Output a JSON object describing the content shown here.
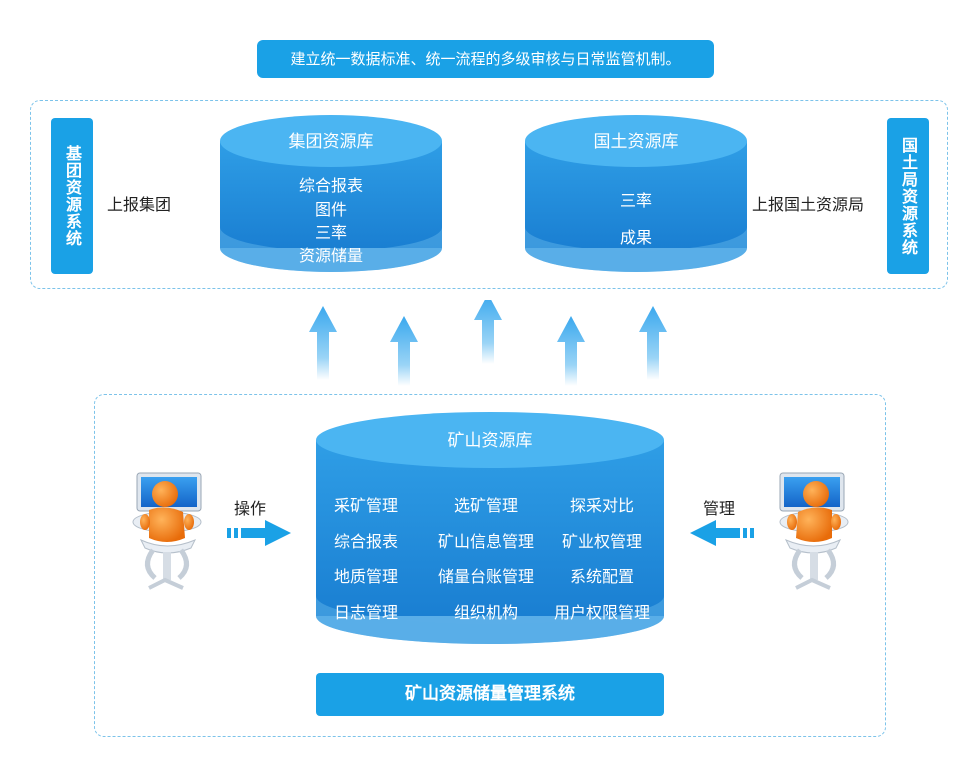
{
  "banner": "建立统一数据标准、统一流程的多级审核与日常监管机制。",
  "left_system": "基团资源系统",
  "right_system": "国土局资源系统",
  "left_report": "上报集团",
  "right_report": "上报国土资源局",
  "group_db": {
    "title": "集团资源库",
    "items": [
      "综合报表",
      "图件",
      "三率",
      "资源储量"
    ]
  },
  "land_db": {
    "title": "国土资源库",
    "items": [
      "三率",
      "成果"
    ]
  },
  "mine_db": {
    "title": "矿山资源库",
    "modules": [
      "采矿管理",
      "选矿管理",
      "探采对比",
      "综合报表",
      "矿山信息管理",
      "矿业权管理",
      "地质管理",
      "储量台账管理",
      "系统配置",
      "日志管理",
      "组织机构",
      "用户权限管理"
    ]
  },
  "operate_label": "操作",
  "manage_label": "管理",
  "system_name": "矿山资源储量管理系统",
  "colors": {
    "primary": "#1aa1e6",
    "cylinder_light": "#49b6f0",
    "cylinder_dark": "#1b86d6",
    "figure": "#f58220"
  }
}
